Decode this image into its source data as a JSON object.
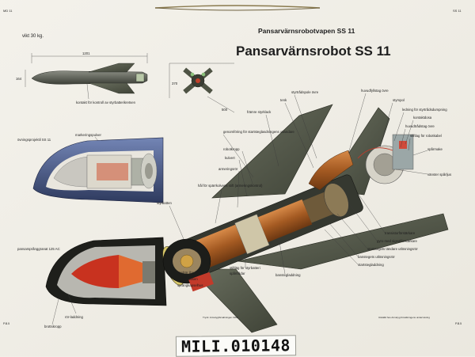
{
  "header": {
    "subtitle": "Pansarvärnsrobotvapen SS 11",
    "title": "Pansarvärnsrobot SS 11"
  },
  "specs": {
    "weight": "vikt 30 kg.",
    "length": "1201",
    "diameter": "164",
    "wingspan": "370",
    "diagonal": "500",
    "contact_note": "kontakt för kontroll av styrbatterikretsen"
  },
  "corner_marks": {
    "top_left": "MD 11",
    "top_right": "SS 11",
    "bottom_left": "P.B.5",
    "bottom_right": "P.B.5"
  },
  "labels": {
    "ovningsprojektil": "övningsprojektil SS 11",
    "markeringspulver": "markeringspulver",
    "pansarspranggranat": "pansarsprånggranat 125 AC",
    "styrbatteri_kontakt": "styrbatteri",
    "framre_styrklack": "främre styrklack",
    "genomforing": "genomföring för startsteglasdningens utlandare",
    "robotkropp": "robotkropp",
    "kulvertrol": "kulvert",
    "armeringsror": "armeringsrör",
    "hal_spark": "hål för spärrkolvens stift (armeringskontrol)",
    "styrbatten": "styrbatten",
    "tandror": "tändrör (bar)",
    "sprangsatsen": "sprängsatsen",
    "sprangkapselhus": "sprängkapselhus",
    "ror_laddning": "rör-laddning",
    "kroppskropp": "brottskropp",
    "stiftlag": "stiftläg för styrbatteri",
    "spartrader": "spårtrådar",
    "bansteg": "banstegladdning",
    "startsteg": "startstegladdning",
    "bansteg_utlosning": "banstegets utlösningsrör",
    "startsteg_utlosning": "startstegets tändare utlösningsrör",
    "gyro": "gyro med signalförstärkare",
    "transistor": "transistorförstärkare",
    "vanster_sparljus": "vänster spårljus",
    "sparmake": "spårmake",
    "stiftlag_robotkabel": "stiftlag för robotkabel",
    "huvudtrad_ovre": "huvudtrådstag övre",
    "kontaktdosa": "kontaktdosa",
    "ledning_dumpning": "ledning för styrtrådsdumpning",
    "styrspol": "styrspol",
    "styrtradspole": "styrtrådspole övre",
    "huvudfyllstag": "huvudfyllstag övre",
    "tenk": "tenk"
  },
  "footer": {
    "printer_left": "Tryck: Armétygförvaltningen 1962",
    "printer_right": "Utställd hos Armétyg förvaltningens undervisning",
    "catalog_number": "MILI.010148"
  },
  "colors": {
    "paper": "#f1efe8",
    "wing": "#54594b",
    "body_dark": "#2b2d27",
    "copper": "#b66b2f",
    "red_charge": "#c8321f",
    "blue_shell": "#4a5a8a"
  }
}
